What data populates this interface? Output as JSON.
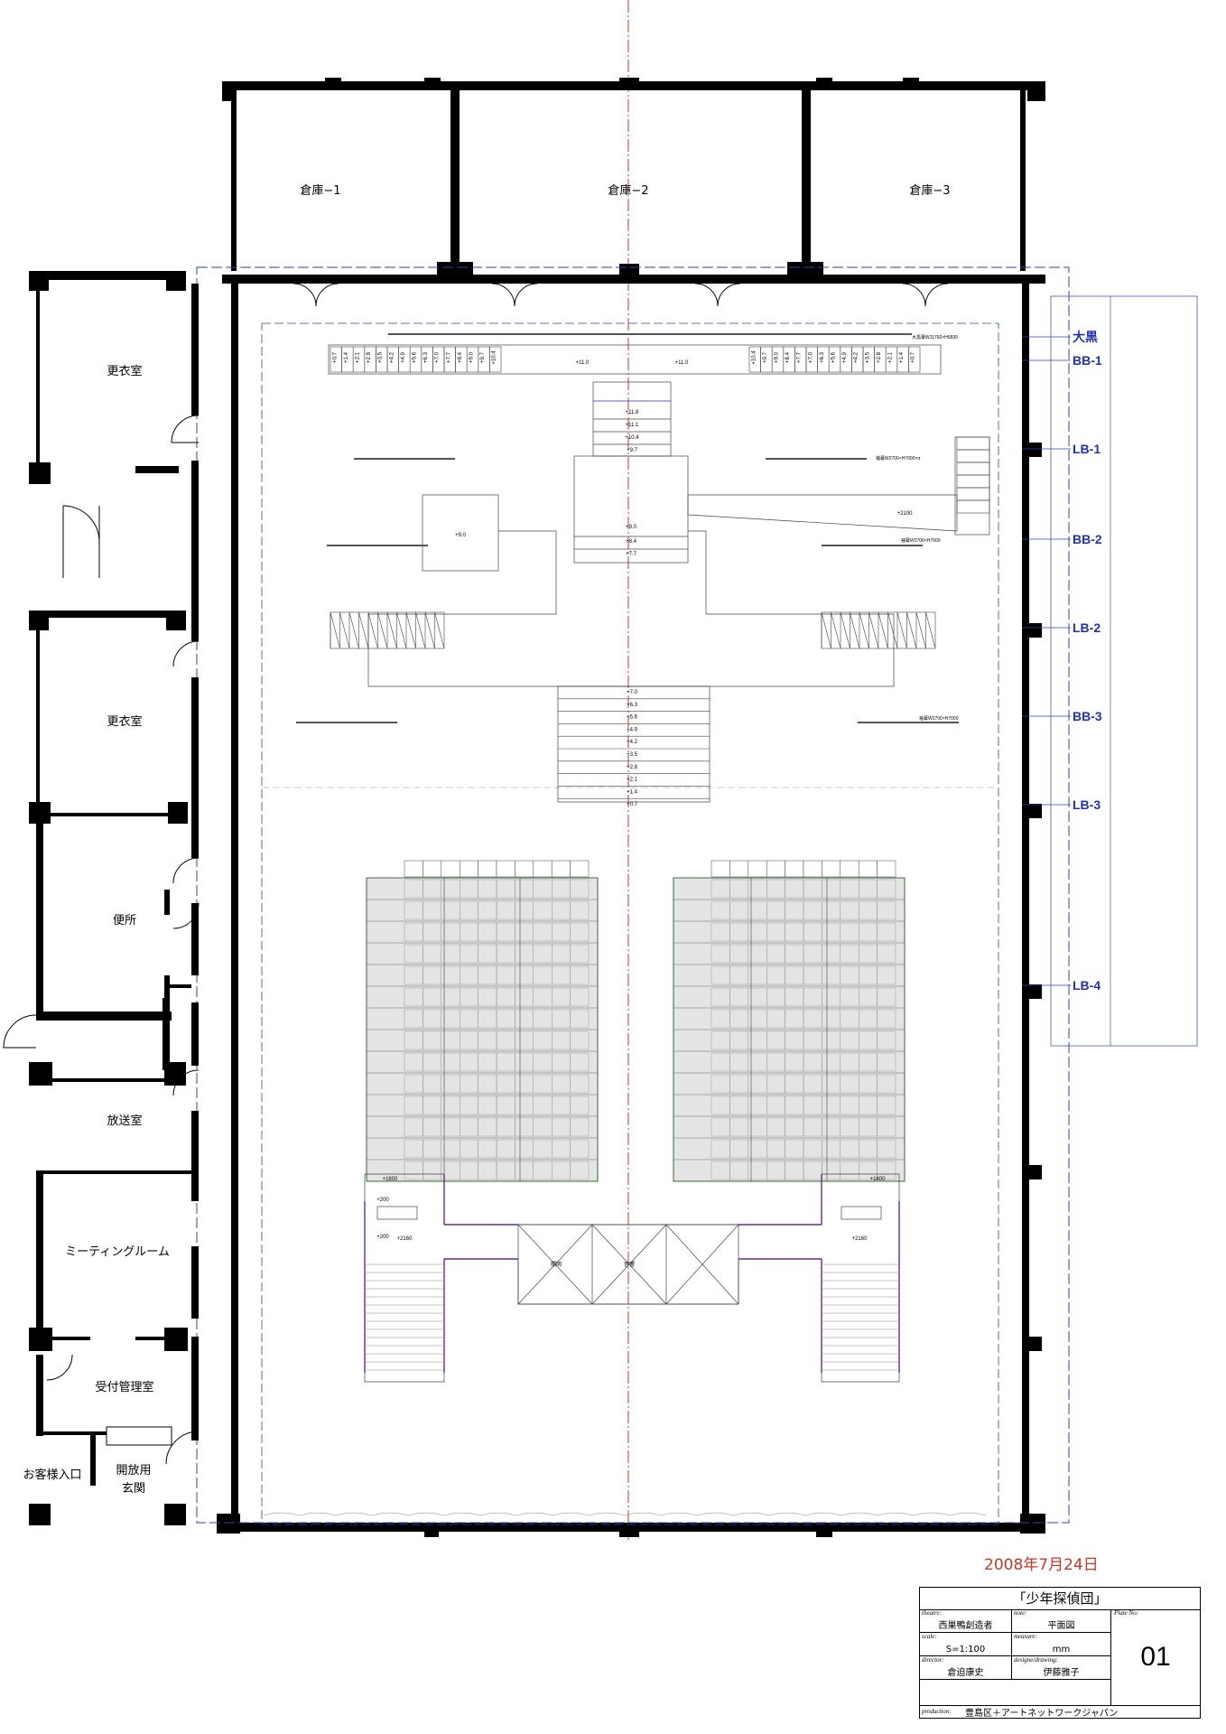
{
  "rooms": {
    "storage1": "倉庫−1",
    "storage2": "倉庫−2",
    "storage3": "倉庫−3",
    "dressing1": "更衣室",
    "dressing2": "更衣室",
    "toilet": "便所",
    "broadcast": "放送室",
    "meeting": "ミーティングルーム",
    "reception": "受付管理室",
    "guest_entrance": "お客様入口",
    "open_entry_line1": "開放用",
    "open_entry_line2": "玄関"
  },
  "bars": [
    "大黒",
    "BB-1",
    "LB-1",
    "BB-2",
    "LB-2",
    "BB-3",
    "LB-3",
    "LB-4"
  ],
  "stage_notes": {
    "curtain_top": "大黒幕W11760×H6830",
    "curtain_1": "袖幕W2700×H7000×α",
    "curtain_2": "袖幕W2700×H7000",
    "curtain_3": "袖幕W2700×H7000"
  },
  "levels": {
    "left_steps": [
      "+0.7",
      "+1.4",
      "+2.1",
      "+2.8",
      "+3.5",
      "+4.2",
      "+4.9",
      "+5.6",
      "+6.3",
      "+7.0",
      "+7.7",
      "+8.4",
      "+9.0",
      "+9.7",
      "+10.4"
    ],
    "right_steps": [
      "+10.4",
      "+9.7",
      "+9.0",
      "+8.4",
      "+7.7",
      "+7.0",
      "+6.3",
      "+5.6",
      "+4.9",
      "+4.2",
      "+3.5",
      "+2.8",
      "+2.1",
      "+1.4",
      "+0.7"
    ],
    "top_left": "+11.0",
    "top_right": "+11.0",
    "upper_stair": [
      "+11.8",
      "+11.1",
      "+10.4",
      "+9.7"
    ],
    "center_block": [
      "+9.0",
      "+8.4",
      "+7.7"
    ],
    "left_block": "+9.0",
    "ramp": "+2100",
    "main_stair": [
      "+7.0",
      "+6.3",
      "+5.6",
      "+4.9",
      "+4.2",
      "+3.5",
      "+2.8",
      "+2.1",
      "+1.4",
      "+0.7"
    ]
  },
  "audience": {
    "left_1800": "+1800",
    "right_1800": "+1800",
    "left_200a": "+200",
    "left_200b": "+200",
    "left_2160": "+2160",
    "right_2160": "+2160",
    "lighting": "照明",
    "sound": "音響"
  },
  "date": "2008年7月24日",
  "title_block": {
    "title": "「少年探偵団」",
    "theatre_key": "theatre:",
    "theatre": "西巣鴨創造者",
    "note_key": "note:",
    "note": "平面図",
    "plate_key": "Plate No:",
    "plate": "01",
    "scale_key": "scale:",
    "scale": "S=1:100",
    "measure_key": "measure:",
    "measure": "mm",
    "director_key": "director:",
    "director": "倉迫康史",
    "design_key": "designe/drawing:",
    "design": "伊藤雅子",
    "production_key": "production:",
    "production": "豊島区＋アートネットワークジャパン"
  },
  "colors": {
    "bar_label": "#2233aa",
    "centerline": "#c0392b",
    "dashed": "#3344aa",
    "seat_outline": "#2e6b2e",
    "stair_edge": "#6a2a8a",
    "date": "#c0392b"
  }
}
